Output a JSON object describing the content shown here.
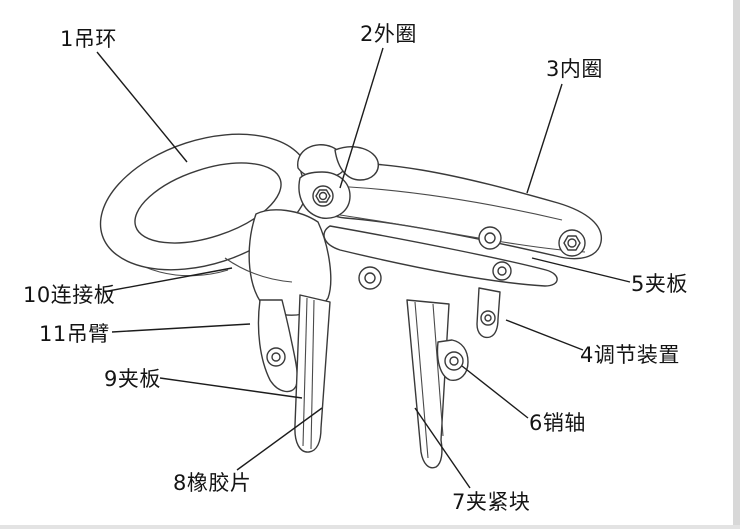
{
  "colors": {
    "background": "#ffffff",
    "line": "#3a3a3a",
    "label_text": "#141414",
    "edge_shade": "#d8d8d8"
  },
  "labels": [
    {
      "id": "1",
      "part": "吊环",
      "text": "1吊环"
    },
    {
      "id": "2",
      "part": "外圈",
      "text": "2外圈"
    },
    {
      "id": "3",
      "part": "内圈",
      "text": "3内圈"
    },
    {
      "id": "4",
      "part": "调节装置",
      "text": "4调节装置"
    },
    {
      "id": "5",
      "part": "夹板",
      "text": "5夹板"
    },
    {
      "id": "6",
      "part": "销轴",
      "text": "6销轴"
    },
    {
      "id": "7",
      "part": "夹紧块",
      "text": "7夹紧块"
    },
    {
      "id": "8",
      "part": "橡胶片",
      "text": "8橡胶片"
    },
    {
      "id": "9",
      "part": "夹板",
      "text": "9夹板"
    },
    {
      "id": "10",
      "part": "连接板",
      "text": "10连接板"
    },
    {
      "id": "11",
      "part": "吊臂",
      "text": "11吊臂"
    }
  ]
}
